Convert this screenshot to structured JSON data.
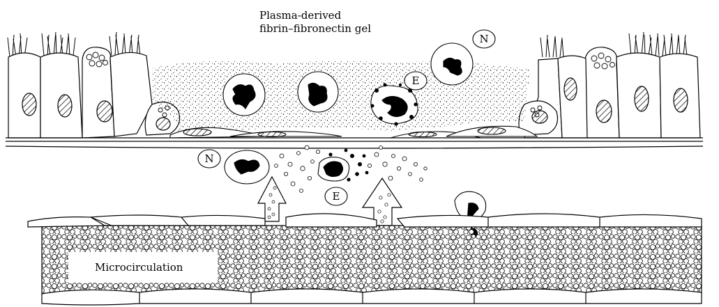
{
  "diagram": {
    "gel_label_line1": "Plasma-derived",
    "gel_label_line2": "fibrin–fibronectin gel",
    "microcirculation_label": "Microcirculation",
    "cell_labels": {
      "neutrophil_top": "N",
      "eosinophil_top": "E",
      "neutrophil_lower": "N",
      "eosinophil_lower": "E"
    }
  },
  "colors": {
    "ink": "#000000",
    "paper": "#ffffff"
  }
}
